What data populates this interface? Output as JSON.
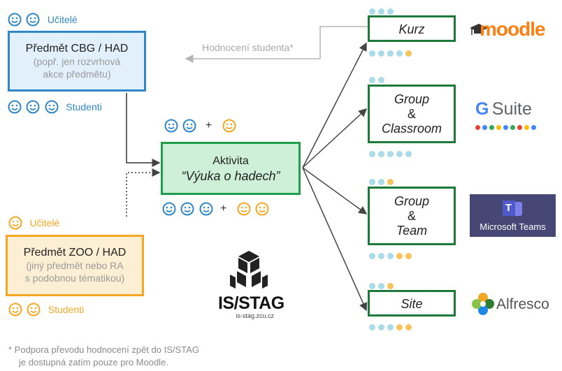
{
  "teachers_cbg": "Učitelé",
  "students_cbg": "Studenti",
  "subject_cbg": {
    "title": "Předmět CBG / HAD",
    "note_line1": "(popř. jen rozvrhová",
    "note_line2": "akce předmětu)"
  },
  "teachers_zoo": "Učitelé",
  "students_zoo": "Studenti",
  "subject_zoo": {
    "title": "Předmět ZOO / HAD",
    "note_line1": "(jiný předmět nebo RA",
    "note_line2": "s podobnou tématikou)"
  },
  "activity": {
    "title": "Aktivita",
    "name": "“Výuka o hadech”"
  },
  "plus": "+",
  "feedback_label": "Hodnocení studenta*",
  "targets": [
    {
      "line1": "Kurz",
      "line2": "",
      "line3": ""
    },
    {
      "line1": "Group",
      "line2": "&",
      "line3": "Classroom"
    },
    {
      "line1": "Group",
      "line2": "&",
      "line3": "Team"
    },
    {
      "line1": "Site",
      "line2": "",
      "line3": ""
    }
  ],
  "logos": {
    "moodle": "moodle",
    "gsuite_g": "G",
    "gsuite_suite": "Suite",
    "teams": "Microsoft Teams",
    "teams_letter": "T",
    "alfresco": "Alfresco",
    "isstag": "IS/STAG",
    "isstag_url": "is-stag.zcu.cz"
  },
  "footnote": {
    "line1": "* Podpora převodu hodnocení zpět do IS/STAG",
    "line2": "je dostupná zatím pouze pro Moodle."
  },
  "colors": {
    "blue": "#2f87c8",
    "orange": "#f5a623",
    "green": "#1e9e4a",
    "dot_blue": "#a9dbe8",
    "dot_orange": "#f7c35a"
  }
}
